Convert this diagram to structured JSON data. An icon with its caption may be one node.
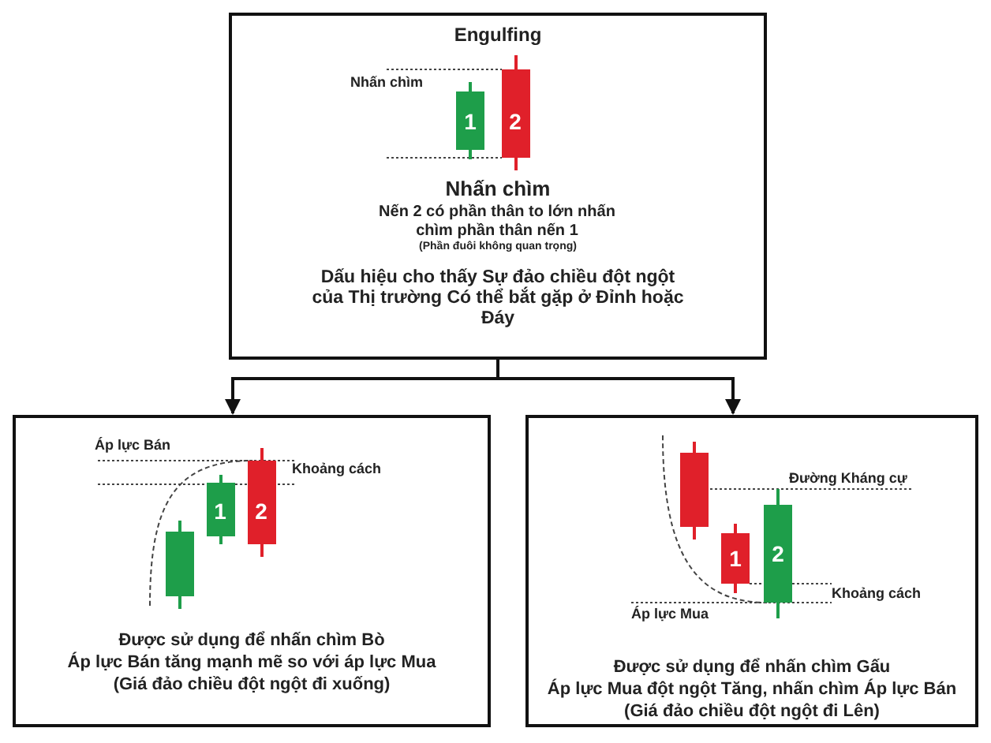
{
  "diagram": {
    "nodes": [
      {
        "text": [
          "Engulfing",
          "Nhấn chìm",
          "1",
          "2",
          "Nhấn chìm",
          "Nến 2 có phần thân to lớn nhấn chìm phần thân nến 1",
          "(Phần đuôi không quan trọng)",
          "Dấu hiệu cho thấy Sự đảo chiều đột ngột của Thị trường Có thể bắt gặp ở Đỉnh hoặc Đáy"
        ]
      },
      {
        "text": [
          "Áp lực Bán",
          "Khoảng cách",
          "1",
          "2",
          "Được sử dụng để nhấn chìm Bò",
          "Áp lực Bán tăng mạnh mẽ so với áp lực Mua",
          "(Giá đảo chiều đột ngột đi xuống)"
        ]
      },
      {
        "text": [
          "Đường Kháng cự",
          "1",
          "2",
          "Khoảng cách",
          "Áp lực Mua",
          "Được sử dụng để nhấn chìm Gấu",
          "Áp lực Mua đột ngột Tăng, nhấn chìm Áp lực Bán",
          "(Giá đảo chiều đột ngột đi Lên)"
        ]
      }
    ],
    "edges": [
      {
        "from": 0,
        "to": 1,
        "arrow": "to"
      },
      {
        "from": 0,
        "to": 2,
        "arrow": "to"
      }
    ]
  }
}
